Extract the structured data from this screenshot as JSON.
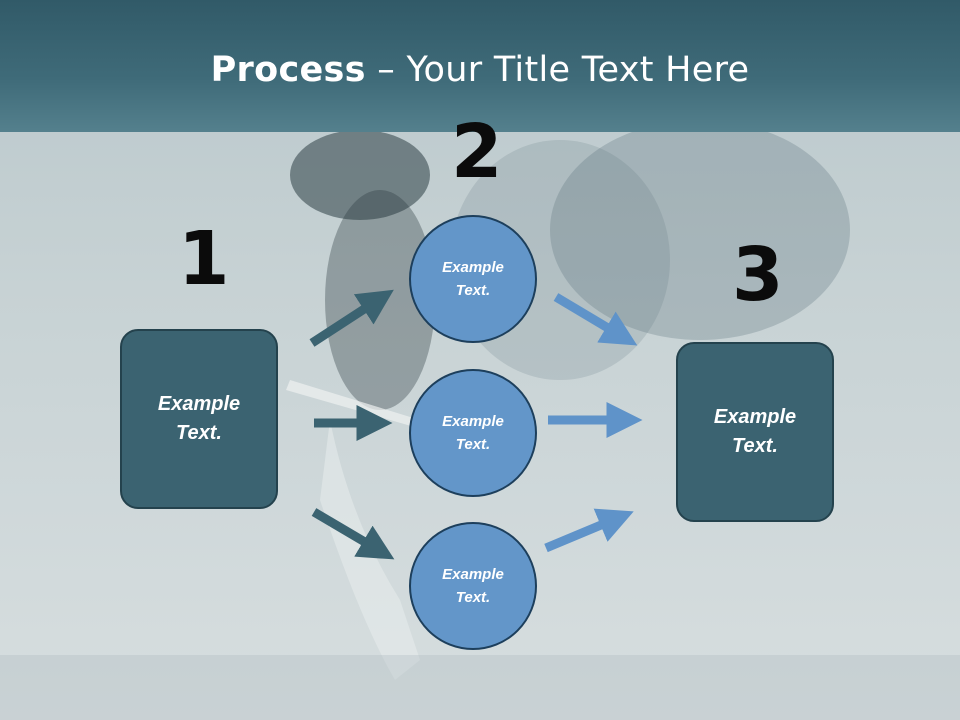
{
  "slide": {
    "title_bold": "Process",
    "title_rest": " – Your Title Text Here",
    "numbers": [
      "1",
      "2",
      "3"
    ],
    "left_box": "Example Text.",
    "circles": [
      "Example Text.",
      "Example Text.",
      "Example Text."
    ],
    "right_box": "Example Text."
  },
  "colors": {
    "title_band": "#3f6b79",
    "box_fill": "#3b6371",
    "circle_fill": "#6396c9",
    "dark_arrow": "#3b6371",
    "light_arrow": "#5f93c9"
  }
}
